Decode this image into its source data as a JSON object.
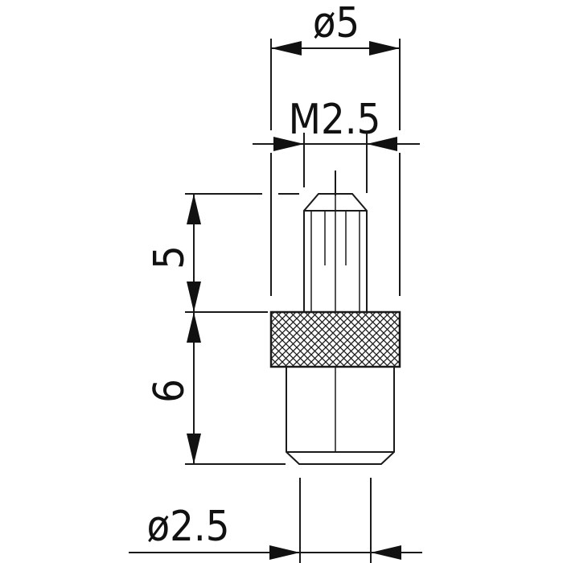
{
  "drawing": {
    "dimensions": {
      "outer_diameter": "ø5",
      "thread": "M2.5",
      "tip_length": "5",
      "body_length": "6",
      "shank_diameter": "ø2.5"
    },
    "colors": {
      "line": "#1a1a1a",
      "background": "#ffffff"
    }
  }
}
